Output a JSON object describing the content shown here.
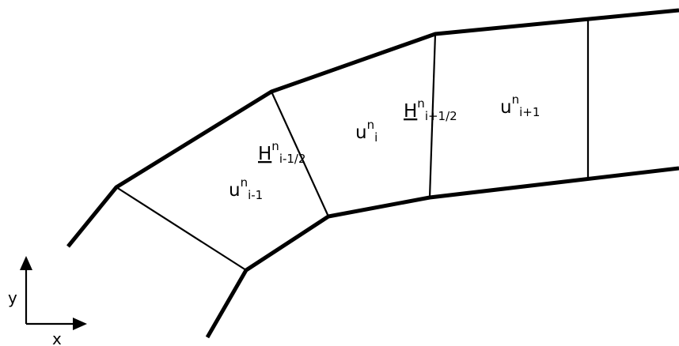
{
  "labels": {
    "u_prev": {
      "base": "u",
      "sup": "n",
      "sub": "i-1"
    },
    "u_cur": {
      "base": "u",
      "sup": "n",
      "sub": "i"
    },
    "u_next": {
      "base": "u",
      "sup": "n",
      "sub": "i+1"
    },
    "h_left": {
      "base": "H",
      "sup": "n",
      "sub": "i-1/2"
    },
    "h_right": {
      "base": "H",
      "sup": "n",
      "sub": "i+1/2"
    }
  },
  "axes": {
    "x_label": "x",
    "y_label": "y"
  },
  "colors": {
    "stroke": "#000000",
    "background": "#ffffff"
  }
}
